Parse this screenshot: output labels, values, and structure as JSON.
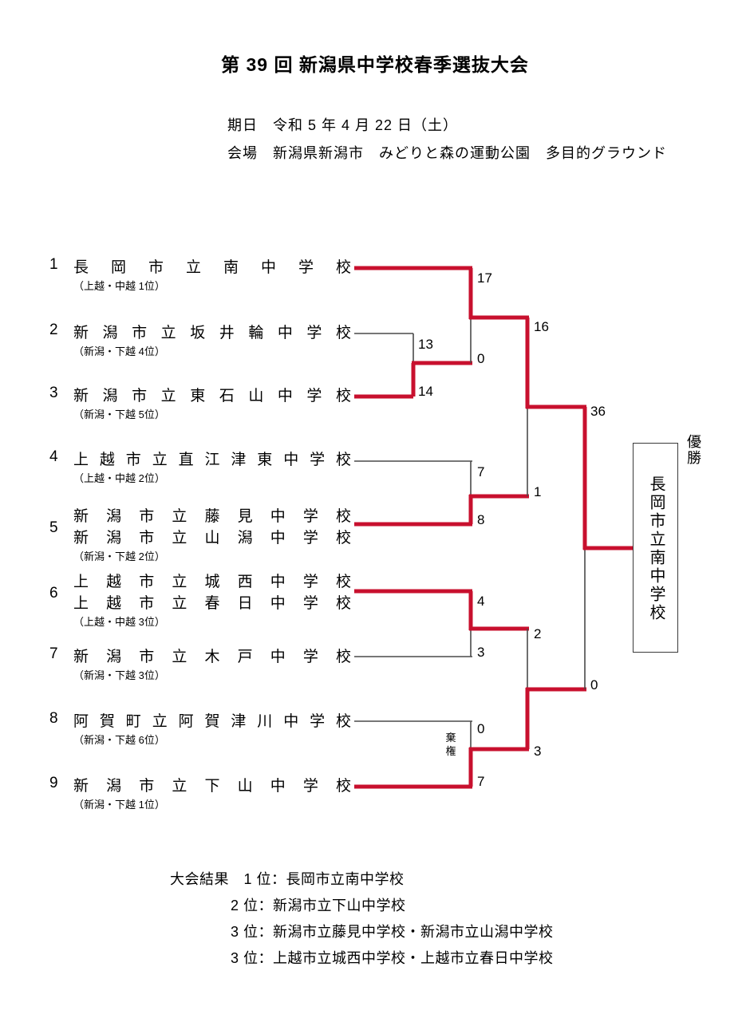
{
  "header": {
    "title": "第 39 回 新潟県中学校春季選抜大会",
    "date_line": "期日　令和 5 年 4 月 22 日（土）",
    "venue_line": "会場　新潟県新潟市　みどりと森の運動公園　多目的グラウンド"
  },
  "entries": [
    {
      "seed": "1",
      "schools": [
        "長岡市立南中学校"
      ],
      "qualification": "（上越・中越 1位）"
    },
    {
      "seed": "2",
      "schools": [
        "新潟市立坂井輪中学校"
      ],
      "qualification": "（新潟・下越 4位）"
    },
    {
      "seed": "3",
      "schools": [
        "新潟市立東石山中学校"
      ],
      "qualification": "（新潟・下越 5位）"
    },
    {
      "seed": "4",
      "schools": [
        "上越市立直江津東中学校"
      ],
      "qualification": "（上越・中越 2位）"
    },
    {
      "seed": "5",
      "schools": [
        "新潟市立藤見中学校",
        "新潟市立山潟中学校"
      ],
      "qualification": "（新潟・下越 2位）"
    },
    {
      "seed": "6",
      "schools": [
        "上越市立城西中学校",
        "上越市立春日中学校"
      ],
      "qualification": "（上越・中越 3位）"
    },
    {
      "seed": "7",
      "schools": [
        "新潟市立木戸中学校"
      ],
      "qualification": "（新潟・下越 3位）"
    },
    {
      "seed": "8",
      "schools": [
        "阿賀町立阿賀津川中学校"
      ],
      "qualification": "（新潟・下越 6位）"
    },
    {
      "seed": "9",
      "schools": [
        "新潟市立下山中学校"
      ],
      "qualification": "（新潟・下越 1位）"
    }
  ],
  "bracket": {
    "winner_color": "#c8102e",
    "loser_color": "#4a4a4a",
    "scores": {
      "r1_seed2": "13",
      "r1_seed3": "14",
      "r1_seed4": "7",
      "r1_seed5": "8",
      "r1_seed6": "4",
      "r1_seed7": "3",
      "r1_seed8": "0",
      "r1_seed9": "7",
      "r2_top": "17",
      "r2_upper_lower": "0",
      "r2_mid": "1",
      "r2_lower_upper": "2",
      "r2_lower_lower": "3",
      "r3_upper": "16",
      "semi_upper": "36",
      "semi_lower": "0"
    },
    "forfeit_note": "棄権"
  },
  "champion": {
    "label": "優勝",
    "name": "長岡市立南中学校"
  },
  "results": {
    "heading": "大会結果",
    "lines": [
      "1 位：長岡市立南中学校",
      "2 位：新潟市立下山中学校",
      "3 位：新潟市立藤見中学校・新潟市立山潟中学校",
      "3 位：上越市立城西中学校・上越市立春日中学校"
    ]
  }
}
